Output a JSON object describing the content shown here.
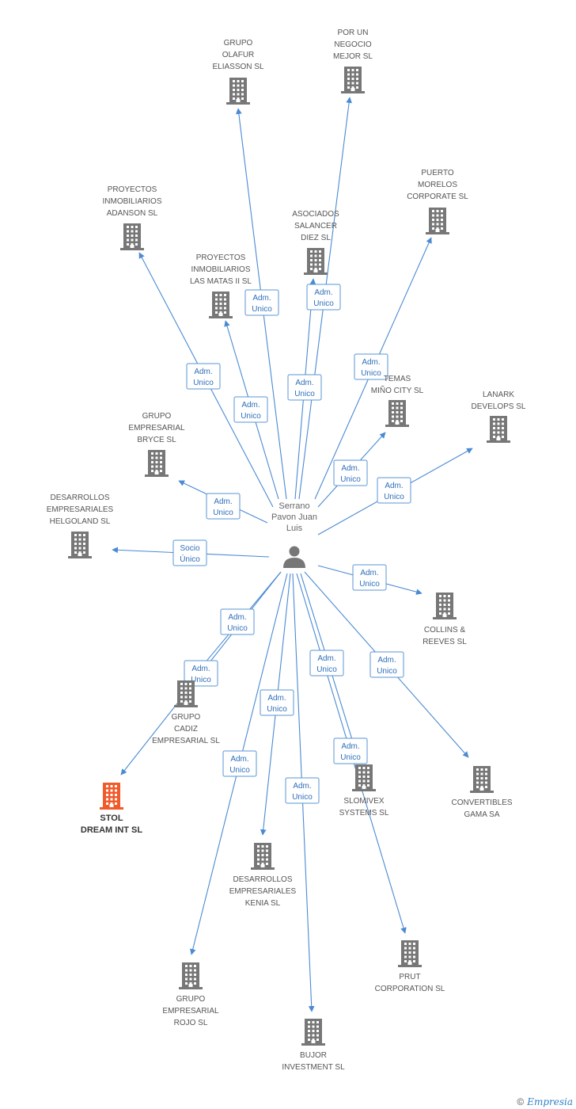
{
  "colors": {
    "edge": "#4a8ad3",
    "building": "#777777",
    "target_building": "#f15a2b",
    "badge_border": "#5a95d6",
    "badge_text": "#2f6fba"
  },
  "center": {
    "name": "Serrano\nPavon Juan\nLuis",
    "icon": "person-icon"
  },
  "companies": [
    {
      "id": "grupo-olafur-eliasson",
      "name": "GRUPO\nOLAFUR\nELIASSON SL",
      "icon": "building-icon"
    },
    {
      "id": "por-un-negocio-mejor",
      "name": "POR UN\nNEGOCIO\nMEJOR SL",
      "icon": "building-icon"
    },
    {
      "id": "puerto-morelos",
      "name": "PUERTO\nMORELOS\nCORPORATE SL",
      "icon": "building-icon"
    },
    {
      "id": "proyectos-adanson",
      "name": "PROYECTOS\nINMOBILIARIOS\nADANSON SL",
      "icon": "building-icon"
    },
    {
      "id": "asociados-salancer",
      "name": "ASOCIADOS\nSALANCER\nDIEZ SL",
      "icon": "building-icon"
    },
    {
      "id": "proyectos-las-matas",
      "name": "PROYECTOS\nINMOBILIARIOS\nLAS MATAS II SL",
      "icon": "building-icon"
    },
    {
      "id": "temas-mino-city",
      "name": "TEMAS\nMIÑO CITY SL",
      "icon": "building-icon"
    },
    {
      "id": "lanark-develops",
      "name": "LANARK\nDEVELOPS SL",
      "icon": "building-icon"
    },
    {
      "id": "grupo-bryce",
      "name": "GRUPO\nEMPRESARIAL\nBRYCE SL",
      "icon": "building-icon"
    },
    {
      "id": "desarrollos-helgoland",
      "name": "DESARROLLOS\nEMPRESARIALES\nHELGOLAND SL",
      "icon": "building-icon"
    },
    {
      "id": "collins-reeves",
      "name": "COLLINS &\nREEVES SL",
      "icon": "building-icon"
    },
    {
      "id": "grupo-cadiz",
      "name": "GRUPO\nCADIZ\nEMPRESARIAL SL",
      "icon": "building-icon"
    },
    {
      "id": "stol-dream",
      "name": "STOL\nDREAM INT SL",
      "icon": "building-icon",
      "target": true
    },
    {
      "id": "slomivex",
      "name": "SLOMIVEX\nSYSTEMS SL",
      "icon": "building-icon"
    },
    {
      "id": "convertibles-gama",
      "name": "CONVERTIBLES\nGAMA SA",
      "icon": "building-icon"
    },
    {
      "id": "desarrollos-kenia",
      "name": "DESARROLLOS\nEMPRESARIALES\nKENIA SL",
      "icon": "building-icon"
    },
    {
      "id": "prut-corporation",
      "name": "PRUT\nCORPORATION SL",
      "icon": "building-icon"
    },
    {
      "id": "grupo-rojo",
      "name": "GRUPO\nEMPRESARIAL\nROJO SL",
      "icon": "building-icon"
    },
    {
      "id": "bujor-investment",
      "name": "BUJOR\nINVESTMENT SL",
      "icon": "building-icon"
    }
  ],
  "relations": [
    {
      "to": "grupo-olafur-eliasson",
      "label": "Adm.\nUnico"
    },
    {
      "to": "por-un-negocio-mejor",
      "label": "Adm.\nUnico"
    },
    {
      "to": "puerto-morelos",
      "label": "Adm.\nUnico"
    },
    {
      "to": "proyectos-adanson",
      "label": "Adm.\nUnico"
    },
    {
      "to": "asociados-salancer",
      "label": "Adm.\nUnico"
    },
    {
      "to": "proyectos-las-matas",
      "label": "Adm.\nUnico"
    },
    {
      "to": "temas-mino-city",
      "label": "Adm.\nUnico"
    },
    {
      "to": "lanark-develops",
      "label": "Adm.\nUnico"
    },
    {
      "to": "grupo-bryce",
      "label": "Adm.\nUnico"
    },
    {
      "to": "desarrollos-helgoland",
      "label": "Socio\nÚnico"
    },
    {
      "to": "collins-reeves",
      "label": "Adm.\nUnico"
    },
    {
      "to": "grupo-cadiz",
      "label": "Adm.\nUnico"
    },
    {
      "to": "stol-dream",
      "label": "Adm.\nUnico"
    },
    {
      "to": "slomivex",
      "label": "Adm.\nUnico"
    },
    {
      "to": "convertibles-gama",
      "label": "Adm.\nUnico"
    },
    {
      "to": "desarrollos-kenia",
      "label": "Adm.\nUnico"
    },
    {
      "to": "prut-corporation",
      "label": "Adm.\nUnico"
    },
    {
      "to": "grupo-rojo",
      "label": "Adm.\nUnico"
    },
    {
      "to": "bujor-investment",
      "label": "Adm.\nUnico"
    }
  ],
  "footer": {
    "copyright": "©",
    "brand": "Empresia"
  }
}
